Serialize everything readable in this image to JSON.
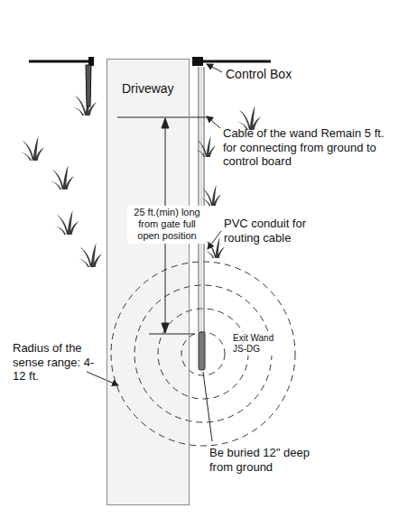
{
  "diagram": {
    "nodes": [
      {
        "text": [
          "Driveway"
        ]
      }
    ],
    "labels": [
      "Control Box",
      "Cable of the wand Remain 5 ft. for connecting from ground to control board",
      "25 ft.(min) long from gate full open position",
      "PVC conduit for routing cable",
      "Radius of the sense range: 4-12 ft.",
      "Exit Wand JS-DG",
      "Be buried 12\" deep from ground"
    ]
  }
}
